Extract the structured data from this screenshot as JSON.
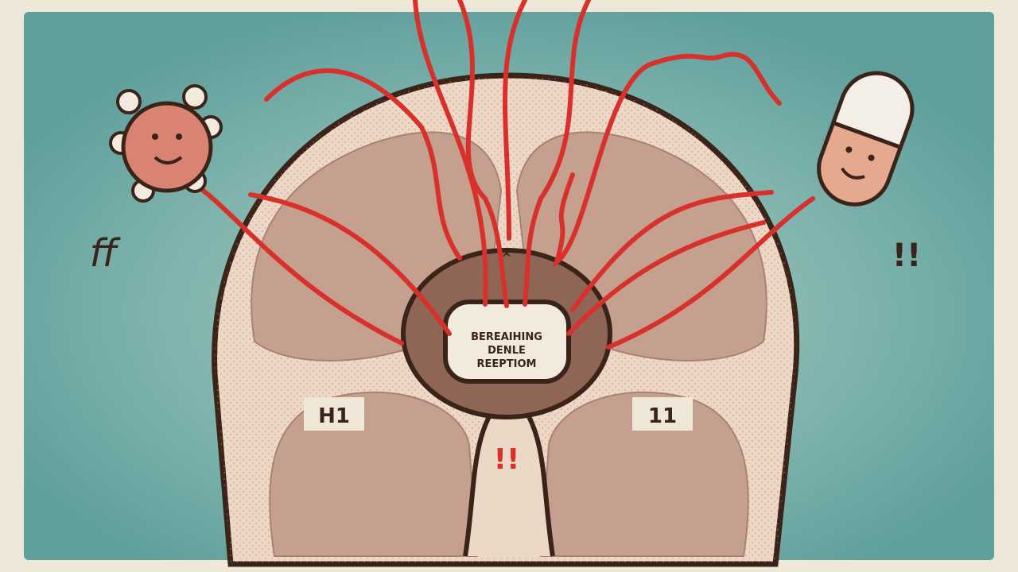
{
  "center_label": {
    "line1": "BEREAIHING",
    "line2": "DENLE",
    "line3": "REEPTIOM"
  },
  "left_tag": "H1",
  "right_tag": "11",
  "center_mark": "!!",
  "right_mark": "!!",
  "top_mark": "^",
  "left_scribble": "ff",
  "colors": {
    "background": "#6fa9a6",
    "frame": "#efe8d8",
    "head": "#ecd8c6",
    "brain": "#c5a08e",
    "nerve": "#d8312c",
    "outline": "#3a2419"
  }
}
